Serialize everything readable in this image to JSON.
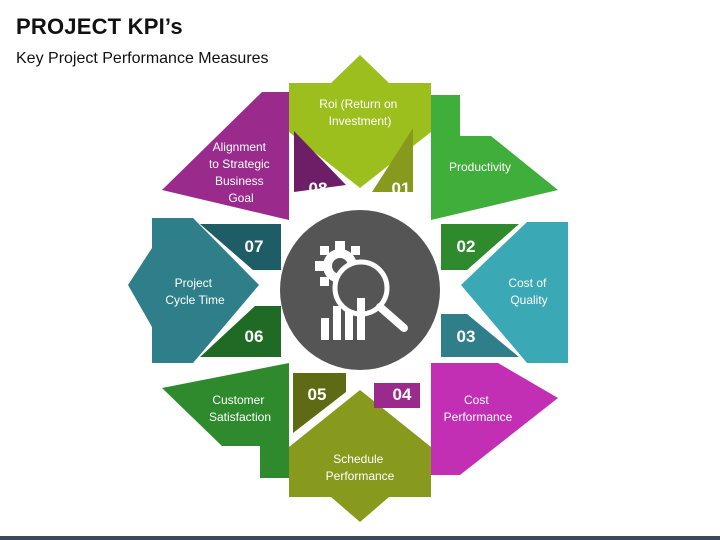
{
  "header": {
    "title": "PROJECT KPI’s",
    "subtitle": "Key Project Performance Measures"
  },
  "colors": {
    "lime": "#9dbf1e",
    "green": "#3fae3a",
    "teal": "#3aa9b5",
    "magenta": "#c22fb4",
    "olive": "#889a1d",
    "darkgreen": "#2f8a2e",
    "petrol": "#2f7f8a",
    "purple": "#9b2a8d",
    "hub": "#555555"
  },
  "center": {
    "icon": "gear-magnifier-chart-icon"
  },
  "kpis": [
    {
      "number": "01",
      "lines": [
        "Roi (Return on",
        "Investment)"
      ]
    },
    {
      "number": "02",
      "lines": [
        "Productivity"
      ]
    },
    {
      "number": "03",
      "lines": [
        "Cost of",
        "Quality"
      ]
    },
    {
      "number": "04",
      "lines": [
        "Cost",
        "Performance"
      ]
    },
    {
      "number": "05",
      "lines": [
        "Schedule",
        "Performance"
      ]
    },
    {
      "number": "06",
      "lines": [
        "Customer",
        "Satisfaction"
      ]
    },
    {
      "number": "07",
      "lines": [
        "Project",
        "Cycle Time"
      ]
    },
    {
      "number": "08",
      "lines": [
        "Alignment",
        "to Strategic",
        "Business",
        "Goal"
      ]
    }
  ]
}
